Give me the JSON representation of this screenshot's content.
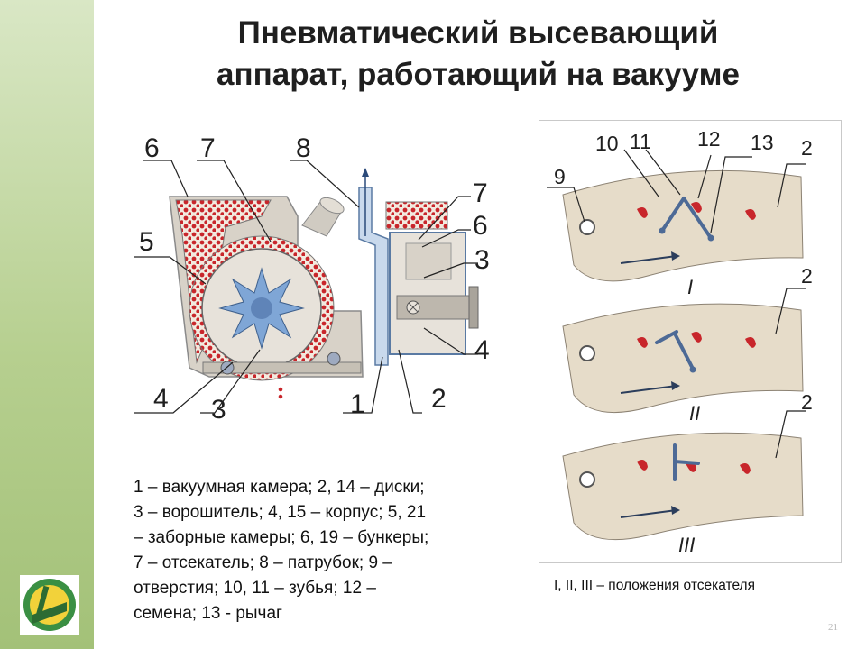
{
  "slide": {
    "title_line1": "Пневматический высевающий",
    "title_line2": "аппарат, работающий на вакууме",
    "page_number": "21"
  },
  "left_diagram": {
    "callouts": [
      "6",
      "7",
      "8",
      "7",
      "6",
      "3",
      "5",
      "4",
      "4",
      "3",
      "1",
      "2"
    ]
  },
  "right_diagram": {
    "callouts": [
      "9",
      "10",
      "11",
      "12",
      "13",
      "2",
      "2",
      "2"
    ],
    "positions": [
      "I",
      "II",
      "III"
    ],
    "caption": "I, II, III – положения отсекателя"
  },
  "legend": {
    "lines": [
      "1 – вакуумная камера; 2, 14 – диски;",
      "3 – ворошитель; 4, 15 – корпус; 5, 21",
      "– заборные камеры; 6, 19 – бункеры;",
      "7 – отсекатель; 8 – патрубок; 9 –",
      "отверстия; 10, 11 – зубья; 12 –",
      "семена; 13 - рычаг"
    ]
  },
  "colors": {
    "side_band": "#b6cf8f",
    "seed_red": "#c8262b",
    "housing": "#d8d2c8",
    "disk_tan": "#e6dcc9",
    "rotor_blue": "#7fa6d6"
  }
}
